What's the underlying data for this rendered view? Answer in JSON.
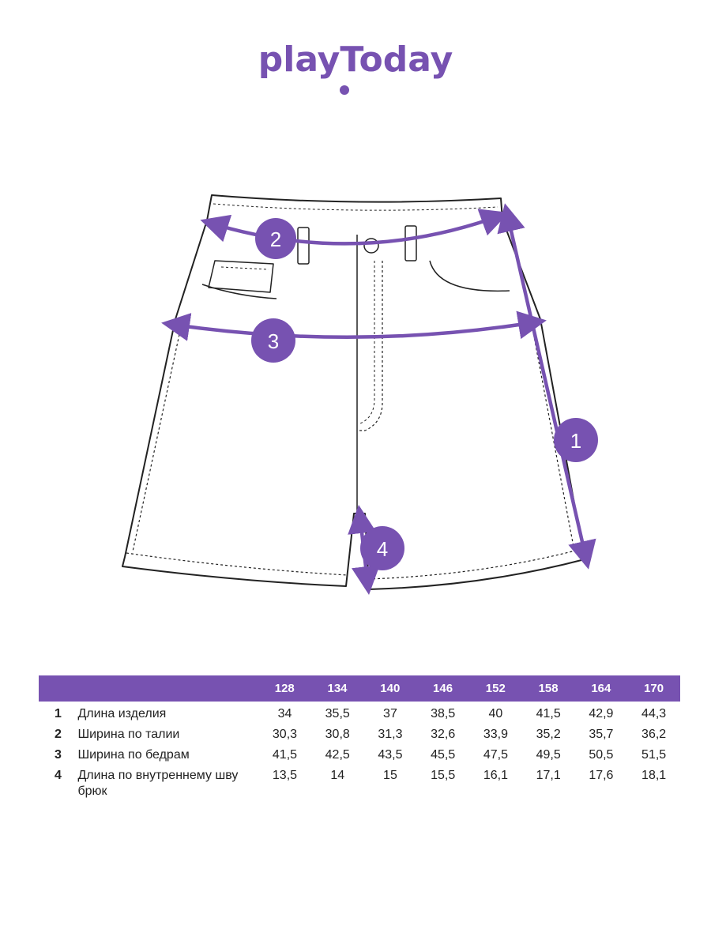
{
  "brand": {
    "logo_text": "playToday",
    "accent_color": "#7752B1"
  },
  "diagram": {
    "markers": [
      {
        "label": "1",
        "meaning": "length"
      },
      {
        "label": "2",
        "meaning": "waist"
      },
      {
        "label": "3",
        "meaning": "hips"
      },
      {
        "label": "4",
        "meaning": "inseam"
      }
    ]
  },
  "size_table": {
    "sizes": [
      "128",
      "134",
      "140",
      "146",
      "152",
      "158",
      "164",
      "170"
    ],
    "rows": [
      {
        "num": "1",
        "name": "Длина изделия",
        "values": [
          "34",
          "35,5",
          "37",
          "38,5",
          "40",
          "41,5",
          "42,9",
          "44,3"
        ]
      },
      {
        "num": "2",
        "name": "Ширина по талии",
        "values": [
          "30,3",
          "30,8",
          "31,3",
          "32,6",
          "33,9",
          "35,2",
          "35,7",
          "36,2"
        ]
      },
      {
        "num": "3",
        "name": "Ширина по бедрам",
        "values": [
          "41,5",
          "42,5",
          "43,5",
          "45,5",
          "47,5",
          "49,5",
          "50,5",
          "51,5"
        ]
      },
      {
        "num": "4",
        "name": "Длина по внутреннему шву брюк",
        "values": [
          "13,5",
          "14",
          "15",
          "15,5",
          "16,1",
          "17,1",
          "17,6",
          "18,1"
        ]
      }
    ]
  }
}
